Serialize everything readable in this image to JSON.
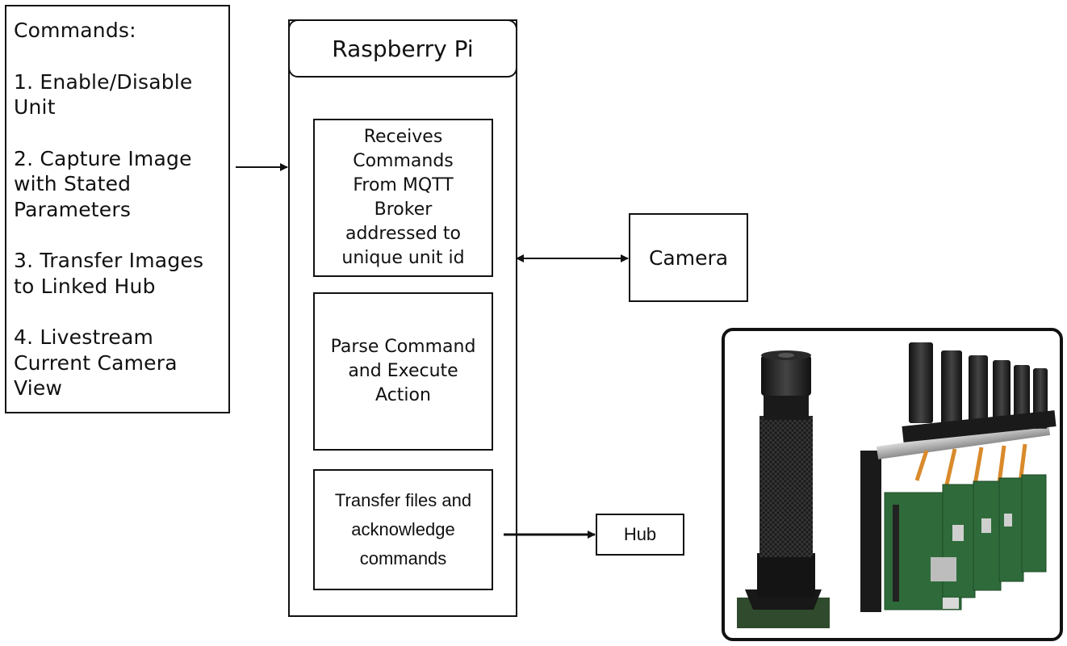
{
  "commands": {
    "header": "Commands:",
    "items": [
      [
        "1. Enable/Disable",
        "Unit"
      ],
      [
        "2. Capture Image",
        "with Stated",
        "Parameters"
      ],
      [
        "3. Transfer Images",
        "to Linked Hub"
      ],
      [
        "4. Livestream",
        "Current Camera",
        "View"
      ]
    ]
  },
  "raspberry_pi": {
    "title": "Raspberry Pi",
    "blocks": {
      "receive": "Receives\nCommands\nFrom MQTT\nBroker\naddressed to\nunique unit id",
      "parse": "Parse Command\nand Execute\nAction",
      "transfer": "Transfer files and\nacknowledge\ncommands"
    }
  },
  "camera": {
    "label": "Camera"
  },
  "hub": {
    "label": "Hub"
  },
  "photo": {
    "description_icon": "camera-hardware-photo"
  }
}
